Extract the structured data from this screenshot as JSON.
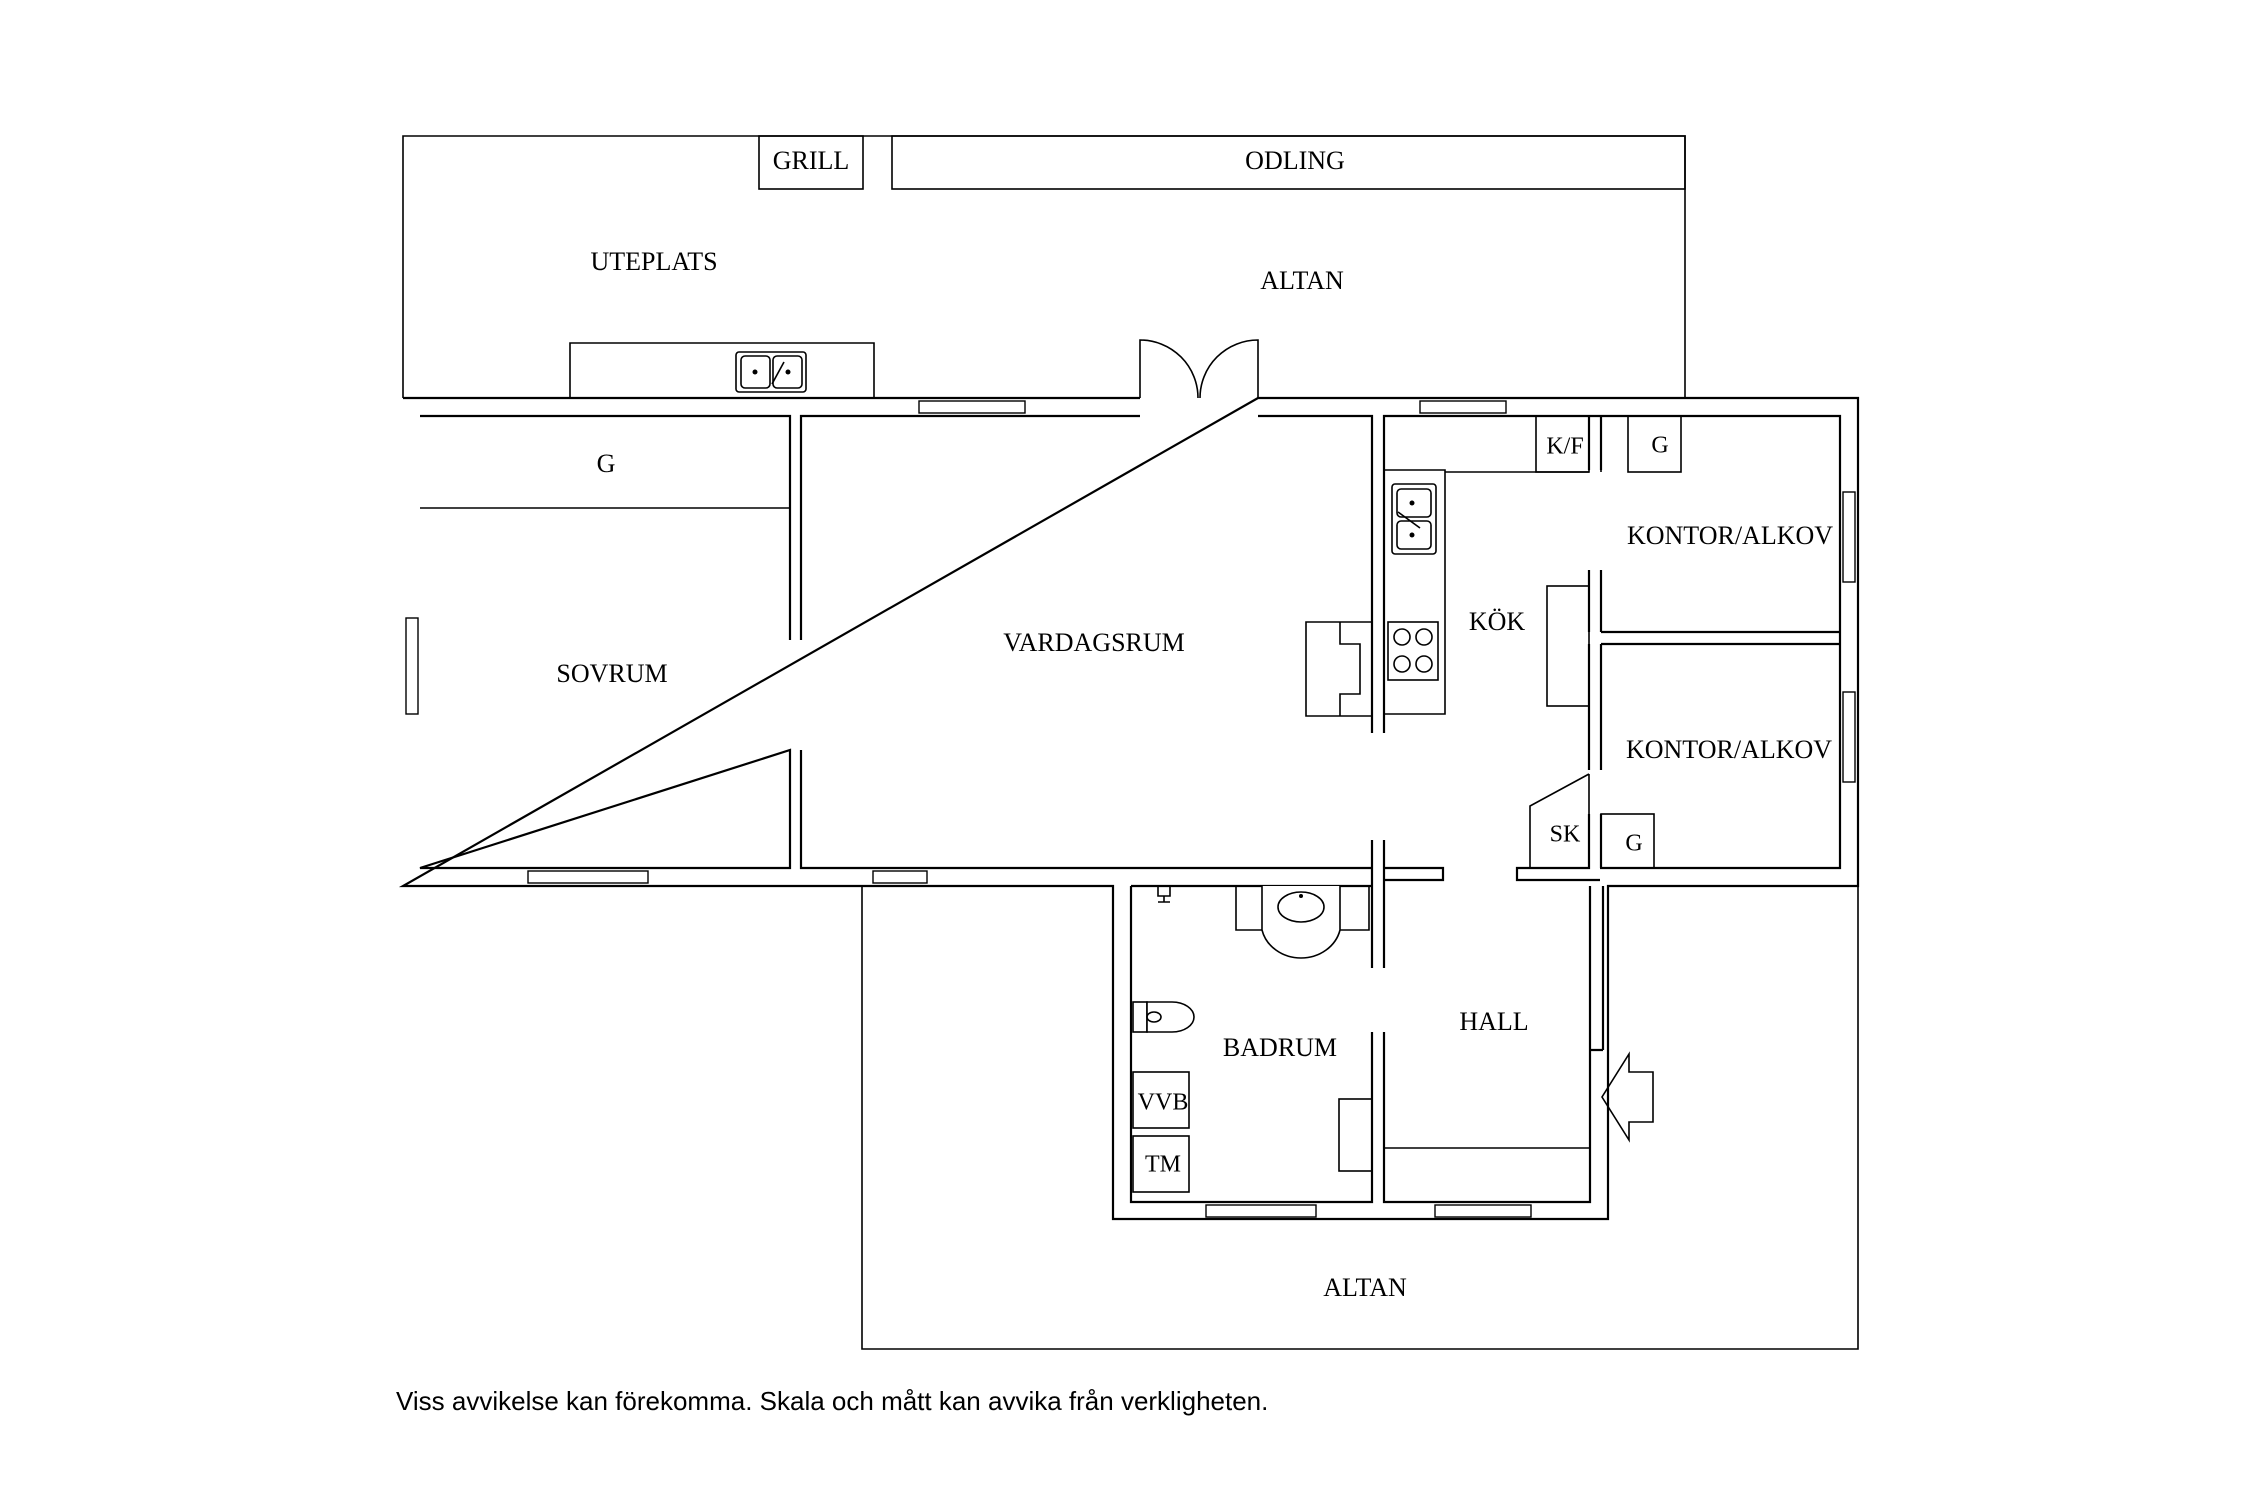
{
  "plan": {
    "labels": {
      "grill": "GRILL",
      "odling": "ODLING",
      "uteplats": "UTEPLATS",
      "altan_top": "ALTAN",
      "g_bedroom": "G",
      "sovrum": "SOVRUM",
      "vardagsrum": "VARDAGSRUM",
      "kf": "K/F",
      "g_kitchen": "G",
      "kok": "KÖK",
      "kontor1": "KONTOR/ALKOV",
      "kontor2": "KONTOR/ALKOV",
      "sk": "SK",
      "g_hall": "G",
      "badrum": "BADRUM",
      "hall": "HALL",
      "vvb": "VVB",
      "tm": "TM",
      "altan_bottom": "ALTAN"
    }
  },
  "disclaimer": "Viss avvikelse kan förekomma. Skala och mått kan avvika från verkligheten."
}
